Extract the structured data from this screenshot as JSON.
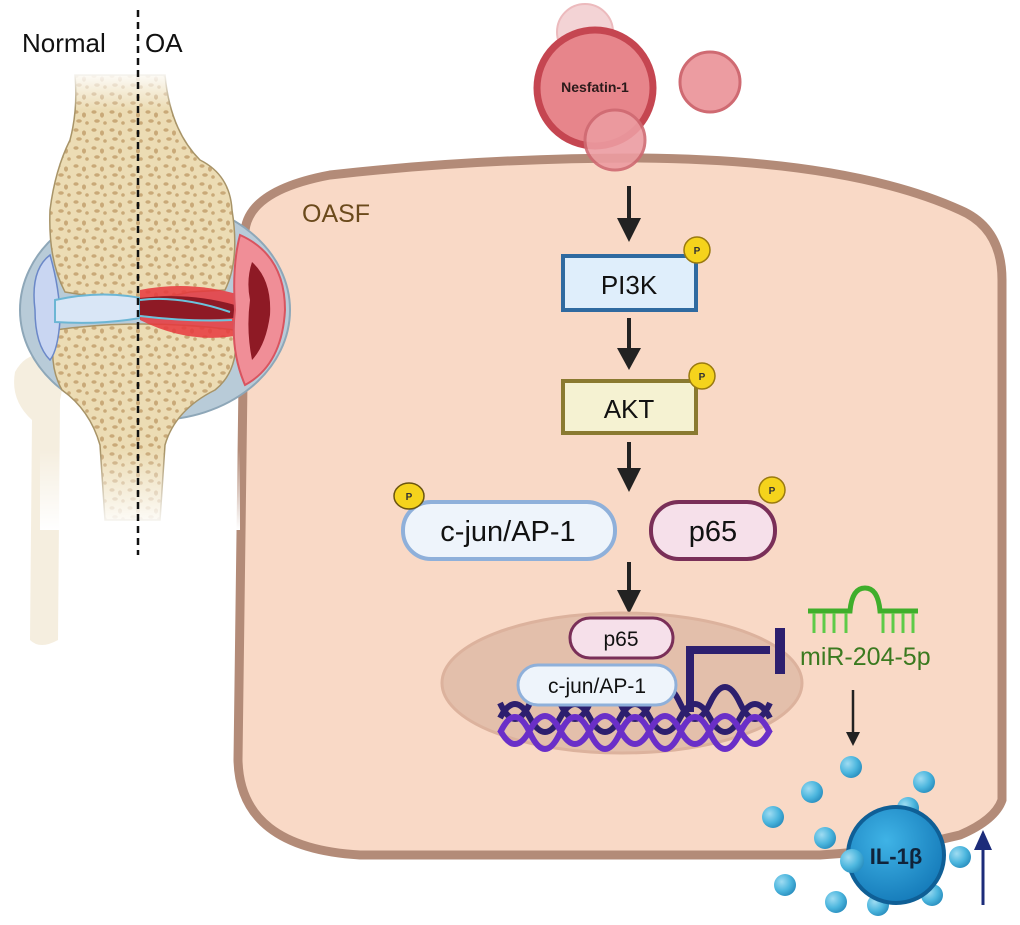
{
  "knee": {
    "label_normal": "Normal",
    "label_oa": "OA"
  },
  "cell": {
    "label": "OASF"
  },
  "ligand": {
    "label": "Nesfatin-1"
  },
  "pathway": {
    "pi3k": "PI3K",
    "akt": "AKT",
    "cjun": "c-jun/AP-1",
    "p65": "p65",
    "phospho": "P"
  },
  "nucleus": {
    "p65": "p65",
    "cjun": "c-jun/AP-1"
  },
  "mirna": {
    "label": "miR-204-5p"
  },
  "cytokine": {
    "label": "IL-1β",
    "trend": "up"
  },
  "colors": {
    "cell_fill": "#f9d9c6",
    "cell_border": "#b38b78",
    "nucleus_fill": "#e3bfab",
    "pi3k_fill": "#dfeefb",
    "pi3k_border": "#2f6aa0",
    "akt_fill": "#f5f2d2",
    "akt_border": "#8a7a30",
    "cjun_fill": "#eef4fb",
    "cjun_border": "#8fb0da",
    "p65_fill": "#f6e0ea",
    "p65_border": "#7a2f58",
    "phospho_fill": "#f5d31c",
    "mirna_color": "#3fae2b",
    "mirna_text": "#3b7a20",
    "dna_dark": "#2d1f6e",
    "dna_light": "#6a2fc8",
    "il1b_fill": "#1d8fcf",
    "arrow_up": "#1c2c7a",
    "nesfatin_fill": "#e27d82",
    "nesfatin_border": "#c54651",
    "oasf_text": "#6b4a1c"
  }
}
